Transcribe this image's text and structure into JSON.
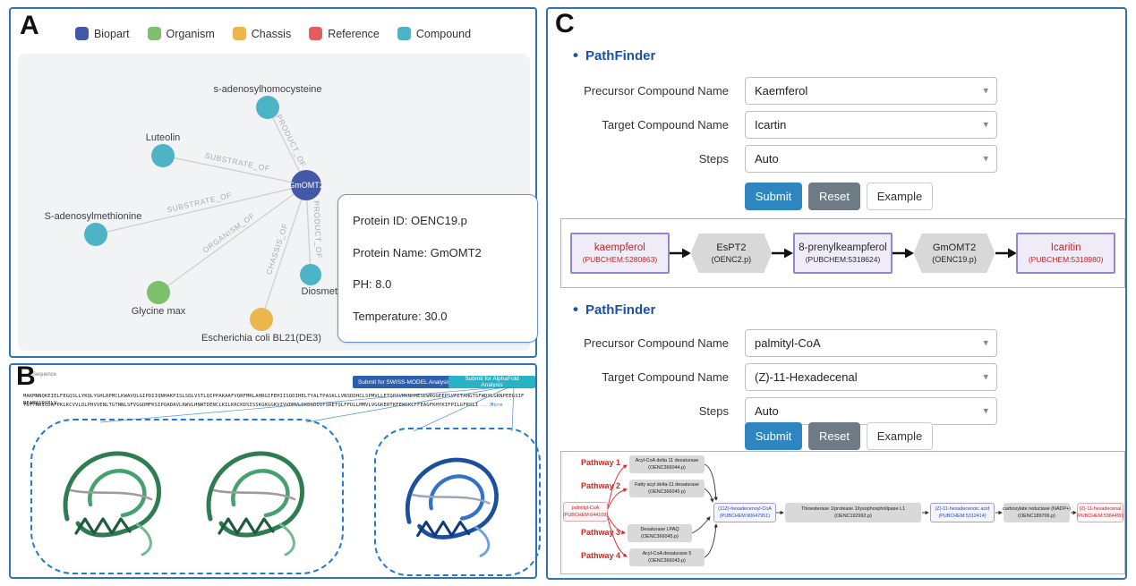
{
  "figure": {
    "panel_a_label": "A",
    "panel_b_label": "B",
    "panel_c_label": "C"
  },
  "colors": {
    "panel_border": "#2e74b5",
    "biopart": "#4358a7",
    "organism": "#7cc06d",
    "chassis": "#ecb64f",
    "reference": "#e45c5c",
    "compound": "#4db3c6",
    "accent_blue": "#1d50a8",
    "submit_blue": "#2e86c1",
    "highlight_red": "#c22424",
    "pathway_red": "#e02020",
    "compound_blue": "#1d49c9"
  },
  "panelA": {
    "legend": [
      {
        "label": "Biopart"
      },
      {
        "label": "Organism"
      },
      {
        "label": "Chassis"
      },
      {
        "label": "Reference"
      },
      {
        "label": "Compound"
      }
    ],
    "nodes": {
      "gmomt2": "GmOMT2",
      "sah": "s-adenosylhomocysteine",
      "luteolin": "Luteolin",
      "sam": "S-adenosylmethionine",
      "glycine_max": "Glycine max",
      "ecoli": "Escherichia coli BL21(DE3)",
      "diosmetin": "Diosmetin"
    },
    "edges": {
      "sah": "PRODUCT_OF",
      "luteolin": "SUBSTRATE_OF",
      "sam": "SUBSTRATE_OF",
      "glycine_max": "ORGANISM_OF",
      "ecoli": "CHASSIS_OF",
      "diosmetin": "PRODUCT_OF"
    },
    "infobox": {
      "protein_id": "Protein ID: OENC19.p",
      "protein_name": "Protein Name: GmOMT2",
      "ph": "PH: 8.0",
      "temperature": "Temperature: 30.0"
    }
  },
  "panelB": {
    "sequence_label": "Sequence",
    "model_button": "Submit for SWISS-MODEL Analysis",
    "alphafold_button": "Submit for AlphaFold Analysis",
    "sequence_line1": "MAKMNNQKEIELFEGQSLLYKQLYGHLRPMCLKWAVQLGIPDIIQNHAKPISLSDLVSTLQIPPAKAAFVQRFMRLAHRGIFEHIISQDIHELTYALTPASKLLVNSDDHCLSPMVLLETQPAVMKNHHESEWRGGEEPSVFETAHGTSFWDYLGKNPEEGSIFNEAMASDSRLV",
    "sequence_line2": "TGTTARICDAFPKLKCVVLDLPHVVENLTGTNNLSFVGGDMFKSIPQADAVLRWVLHNWTDENCLKILKRCKDSISSKGKGGKVIVVDMVLDKDGDDVFSRETQLFFDLLMMVLVGGKERTKEEWGKLFFEAGFKHYKIFPILGFRSLI",
    "more_link": " ...More"
  },
  "pathfinder1": {
    "title": "PathFinder",
    "form": {
      "precursor_label": "Precursor Compound Name",
      "precursor_value": "Kaemferol",
      "target_label": "Target Compound Name",
      "target_value": "Icartin",
      "steps_label": "Steps",
      "steps_value": "Auto"
    },
    "buttons": {
      "submit": "Submit",
      "reset": "Reset",
      "example": "Example"
    },
    "diagram": {
      "nodes": [
        {
          "type": "compound",
          "line1": "kaempferol",
          "line2": "(PUBCHEM:5280863)"
        },
        {
          "type": "enzyme",
          "line1": "EsPT2",
          "line2": "(OENC2.p)"
        },
        {
          "type": "compound",
          "line1": "8-prenylkeampferol",
          "line2": "(PUBCHEM:5318624)"
        },
        {
          "type": "enzyme",
          "line1": "GmOMT2",
          "line2": "(OENC19.p)"
        },
        {
          "type": "compound",
          "line1": "Icaritin",
          "line2": "(PUBCHEM:5318980)"
        }
      ]
    }
  },
  "pathfinder2": {
    "title": "PathFinder",
    "form": {
      "precursor_label": "Precursor Compound Name",
      "precursor_value": "palmityl-CoA",
      "target_label": "Target Compound Name",
      "target_value": "(Z)-11-Hexadecenal",
      "steps_label": "Steps",
      "steps_value": "Auto"
    },
    "buttons": {
      "submit": "Submit",
      "reset": "Reset",
      "example": "Example"
    },
    "diagram": {
      "pathway_labels": [
        "Pathway 1",
        "Pathway 2",
        "Pathway 3",
        "Pathway 4"
      ],
      "source": {
        "line1": "palmityl-CoA",
        "line2": "(PUBCHEM:644109)"
      },
      "enzymes": [
        {
          "line1": "Acyl-CoA delta 11 desaturase",
          "line2": "(OENC366044.p)"
        },
        {
          "line1": "Fatty acyl delta-11 desaturase",
          "line2": "(OENC366045.p)"
        },
        {
          "line1": "Desaturase LPAQ",
          "line2": "(OENC366045.p)"
        },
        {
          "line1": "Acyl-CoA desaturase 5",
          "line2": "(OENC366043.p)"
        }
      ],
      "chain": [
        {
          "line1": "(11Z)-hexadecenoyl-CoA",
          "line2": "(PUBCHEM:90647951)"
        },
        {
          "line1": "Thioesterase 1/protease 1/lysophospholipase L1",
          "line2": "(OENC192992.p)"
        },
        {
          "line1": "(Z)-11-hexadecenoic acid",
          "line2": "(PUBCHEM:5312414)"
        },
        {
          "line1": "carboxylate reductase (NADP+)",
          "line2": "(OENC189706.p)"
        },
        {
          "line1": "(Z)-11-hexadecenal",
          "line2": "(PUBCHEM:5364490)"
        }
      ]
    }
  }
}
